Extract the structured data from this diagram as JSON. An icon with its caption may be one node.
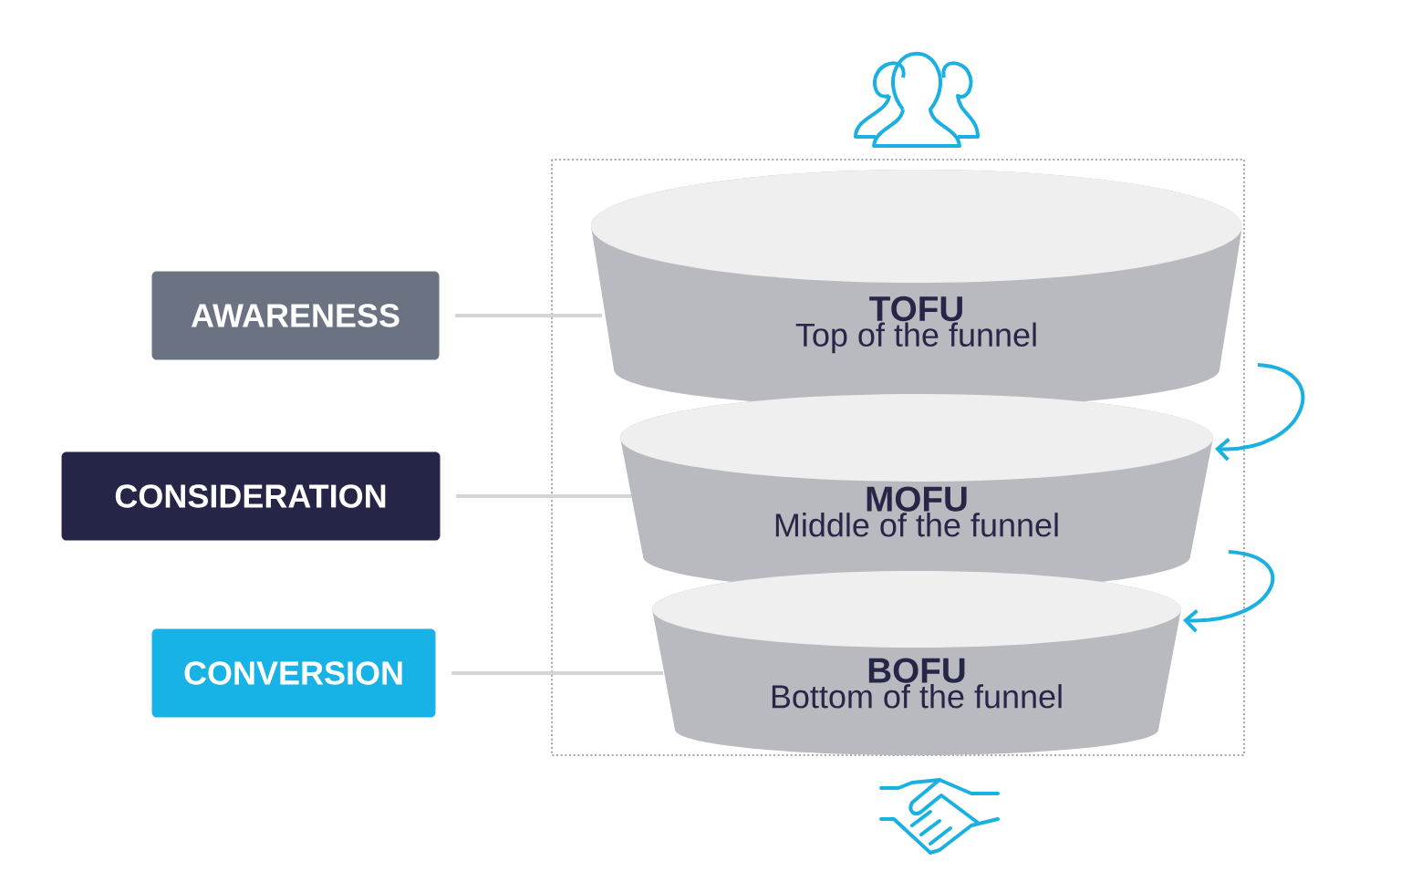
{
  "diagram": {
    "nodes": [
      {
        "text": [
          "AWARENESS"
        ]
      },
      {
        "text": [
          "CONSIDERATION"
        ]
      },
      {
        "text": [
          "CONVERSION"
        ]
      },
      {
        "text": [
          "TOFU",
          "Top of the funnel"
        ]
      },
      {
        "text": [
          "MOFU",
          "Middle of the funnel"
        ]
      },
      {
        "text": [
          "BOFU",
          "Bottom of the funnel"
        ]
      }
    ],
    "edges": [
      {
        "from": 0,
        "to": 3,
        "arrow": "none",
        "color": "#d4d4d6"
      },
      {
        "from": 1,
        "to": 4,
        "arrow": "none",
        "color": "#d4d4d6"
      },
      {
        "from": 2,
        "to": 5,
        "arrow": "none",
        "color": "#d4d4d6"
      },
      {
        "from": 3,
        "to": 4,
        "arrow": "to",
        "color": "#1ab0e2"
      },
      {
        "from": 4,
        "to": 5,
        "arrow": "to",
        "color": "#1ab0e2"
      }
    ]
  }
}
